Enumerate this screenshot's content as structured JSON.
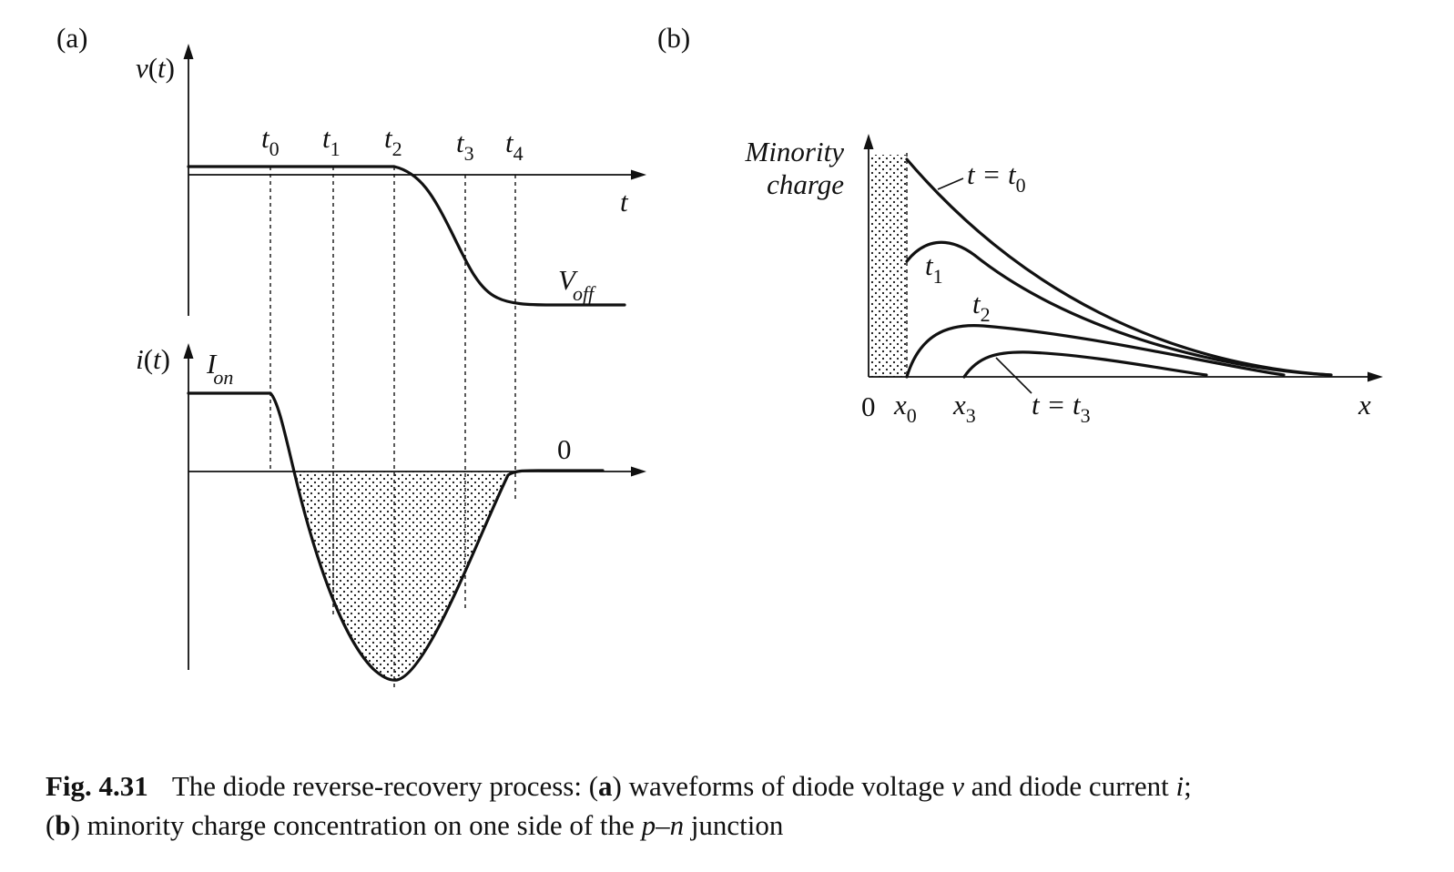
{
  "panel_a": {
    "label": "(a)",
    "voltage_axis": {
      "name": "v",
      "paren_open": "(",
      "var": "t",
      "paren_close": ")"
    },
    "time_axis_label": "t",
    "times": [
      {
        "base": "t",
        "sub": "0"
      },
      {
        "base": "t",
        "sub": "1"
      },
      {
        "base": "t",
        "sub": "2"
      },
      {
        "base": "t",
        "sub": "3"
      },
      {
        "base": "t",
        "sub": "4"
      }
    ],
    "v_off": {
      "base": "V",
      "sub": "off"
    },
    "current_axis": {
      "name": "i",
      "paren_open": "(",
      "var": "t",
      "paren_close": ")"
    },
    "i_on": {
      "base": "I",
      "sub": "on"
    },
    "zero_label": "0"
  },
  "panel_b": {
    "label": "(b)",
    "y_label_line1": "Minority",
    "y_label_line2": "charge",
    "x_label": "x",
    "origin_label": "0",
    "x0": {
      "base": "x",
      "sub": "0"
    },
    "x3": {
      "base": "x",
      "sub": "3"
    },
    "curve_t0": {
      "prefix": "t = t",
      "sub": "0"
    },
    "curve_t1": {
      "base": "t",
      "sub": "1"
    },
    "curve_t2": {
      "base": "t",
      "sub": "2"
    },
    "curve_t3": {
      "prefix": "t = t",
      "sub": "3"
    }
  },
  "caption": {
    "fig_number": "Fig. 4.31",
    "text_1": "The diode reverse-recovery process: (",
    "bold_a": "a",
    "text_2": ") waveforms of diode voltage ",
    "var_v": "v",
    "text_3": " and diode current ",
    "var_i": "i",
    "text_4": ";",
    "text_5": "(",
    "bold_b": "b",
    "text_6": ") minority charge concentration on one side of the ",
    "var_pn": "p–n",
    "text_7": " junction"
  },
  "colors": {
    "ink": "#111111",
    "background": "#ffffff"
  }
}
